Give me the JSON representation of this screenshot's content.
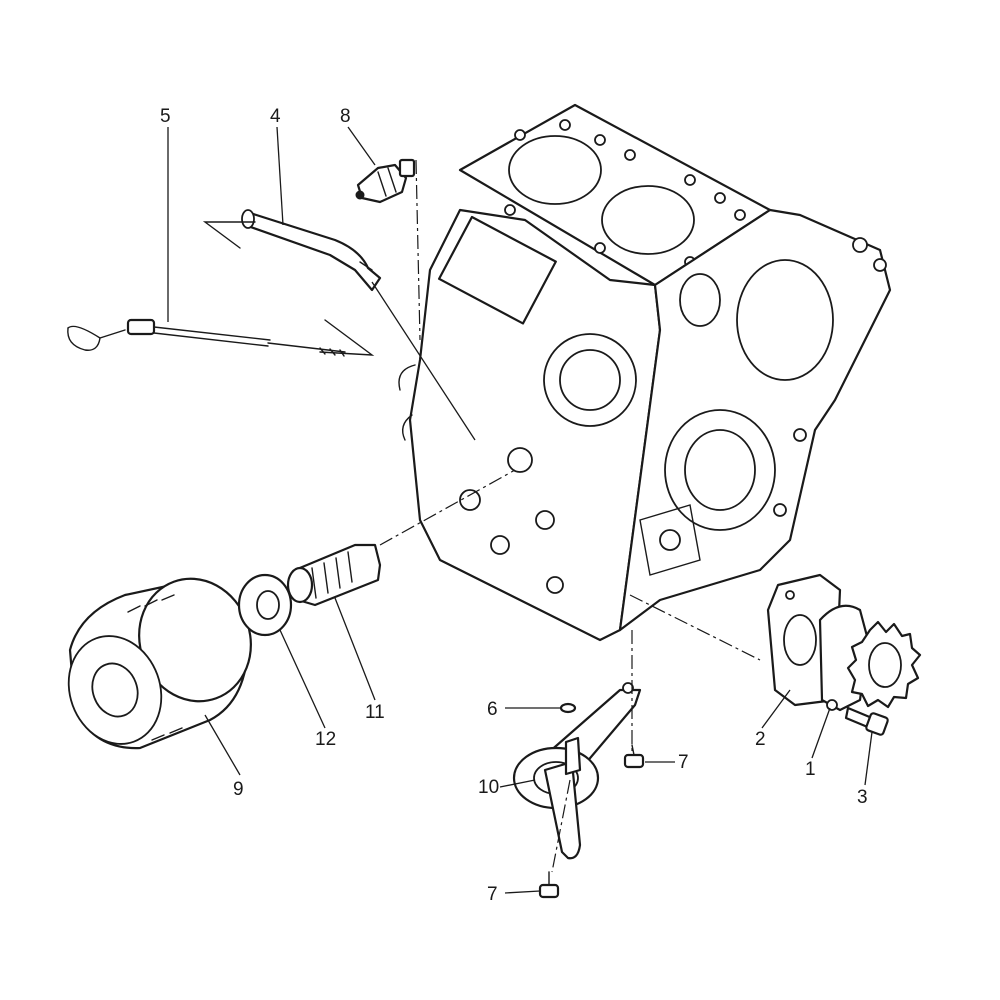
{
  "callouts": {
    "c1": "1",
    "c2": "2",
    "c3": "3",
    "c4": "4",
    "c5": "5",
    "c6": "6",
    "c7a": "7",
    "c7b": "7",
    "c8": "8",
    "c9": "9",
    "c10": "10",
    "c11": "11",
    "c12": "12"
  }
}
